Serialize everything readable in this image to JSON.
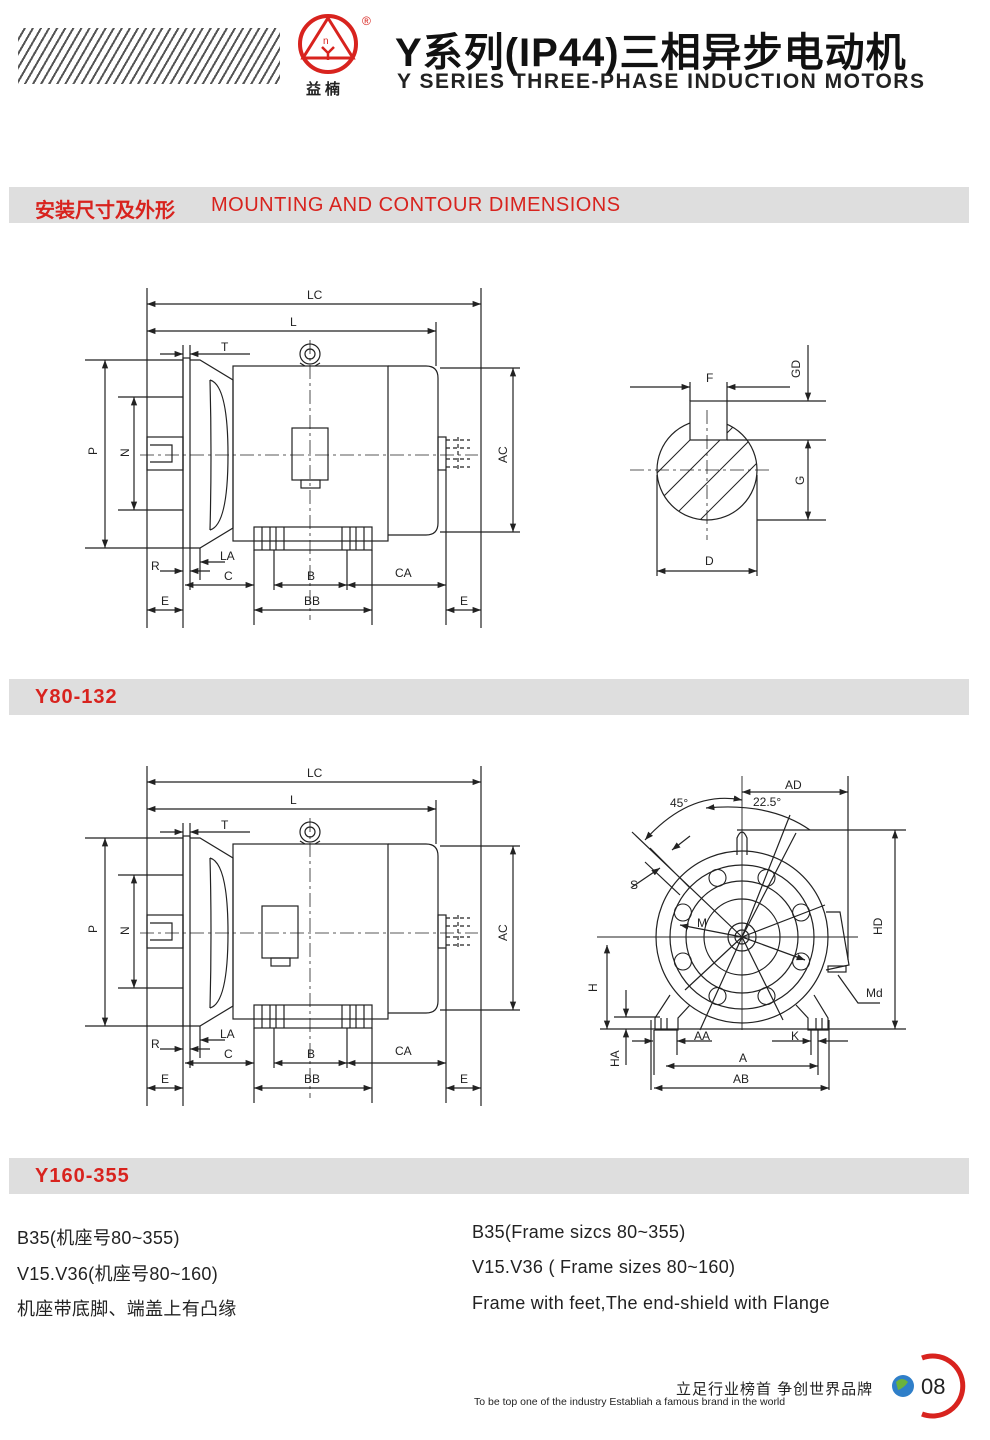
{
  "header": {
    "title_cn": "Y系列(IP44)三相异步电动机",
    "title_en": "Y SERIES THREE-PHASE INDUCTION MOTORS",
    "logo_text": "益楠",
    "logo_mark": "®",
    "brand_color": "#d8231e"
  },
  "section_main": {
    "title_cn": "安装尺寸及外形",
    "title_en": "MOUNTING AND CONTOUR DIMENSIONS"
  },
  "views": [
    {
      "model": "Y80-132",
      "side_labels": {
        "LC": "LC",
        "L": "L",
        "T": "T",
        "P": "P",
        "N": "N",
        "AC": "AC",
        "LA": "LA",
        "R": "R",
        "C": "C",
        "B": "B",
        "CA": "CA",
        "E1": "E",
        "BB": "BB",
        "E2": "E"
      },
      "end_labels": {
        "F": "F",
        "GD": "GD",
        "G": "G",
        "D": "D"
      }
    },
    {
      "model": "Y160-355",
      "side_labels": {
        "LC": "LC",
        "L": "L",
        "T": "T",
        "P": "P",
        "N": "N",
        "AC": "AC",
        "LA": "LA",
        "R": "R",
        "C": "C",
        "B": "B",
        "CA": "CA",
        "E1": "E",
        "BB": "BB",
        "E2": "E"
      },
      "end_labels": {
        "AD": "AD",
        "angle45": "45°",
        "angle22": "22.5°",
        "S": "S",
        "M": "M",
        "HD": "HD",
        "H": "H",
        "Md": "Md",
        "HA": "HA",
        "AA": "AA",
        "K": "K",
        "A": "A",
        "AB": "AB"
      }
    }
  ],
  "notes": {
    "left": [
      "B35(机座号80~355)",
      "V15.V36(机座号80~160)",
      "机座带底脚、端盖上有凸缘"
    ],
    "right": [
      "B35(Frame sizcs 80~355)",
      "V15.V36 ( Frame sizes 80~160)",
      "Frame with feet,The end-shield with Flange"
    ]
  },
  "footer": {
    "slogan_cn": "立足行业榜首  争创世界品牌",
    "slogan_en": "To be top one of the industry  Establiah a famous brand in the world",
    "page_number": "08"
  }
}
